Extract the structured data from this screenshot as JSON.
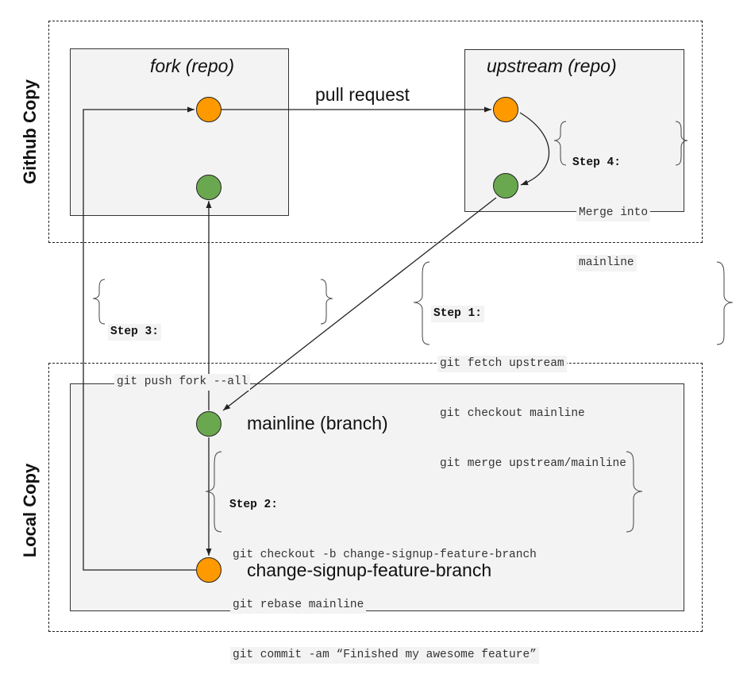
{
  "regions": {
    "github": "Github Copy",
    "local": "Local Copy"
  },
  "repos": {
    "fork": "fork (repo)",
    "upstream": "upstream (repo)"
  },
  "edges": {
    "pull_request": "pull request"
  },
  "branches": {
    "mainline": "mainline (branch)",
    "feature": "change-signup-feature-branch"
  },
  "steps": {
    "step1": {
      "title": "Step 1:",
      "lines": [
        "git fetch upstream",
        "git checkout mainline",
        "git merge upstream/mainline"
      ]
    },
    "step2": {
      "title": "Step 2:",
      "lines": [
        "git checkout -b change-signup-feature-branch",
        "git rebase mainline",
        "git commit -am “Finished my awesome feature”"
      ]
    },
    "step3": {
      "title": "Step 3:",
      "lines": [
        "git push fork --all"
      ]
    },
    "step4": {
      "title": "Step 4:",
      "lines": [
        "Merge into",
        "mainline"
      ]
    }
  },
  "colors": {
    "commit_orange": "#ff9900",
    "commit_green": "#6aa84f",
    "box_fill": "#f3f3f3"
  }
}
